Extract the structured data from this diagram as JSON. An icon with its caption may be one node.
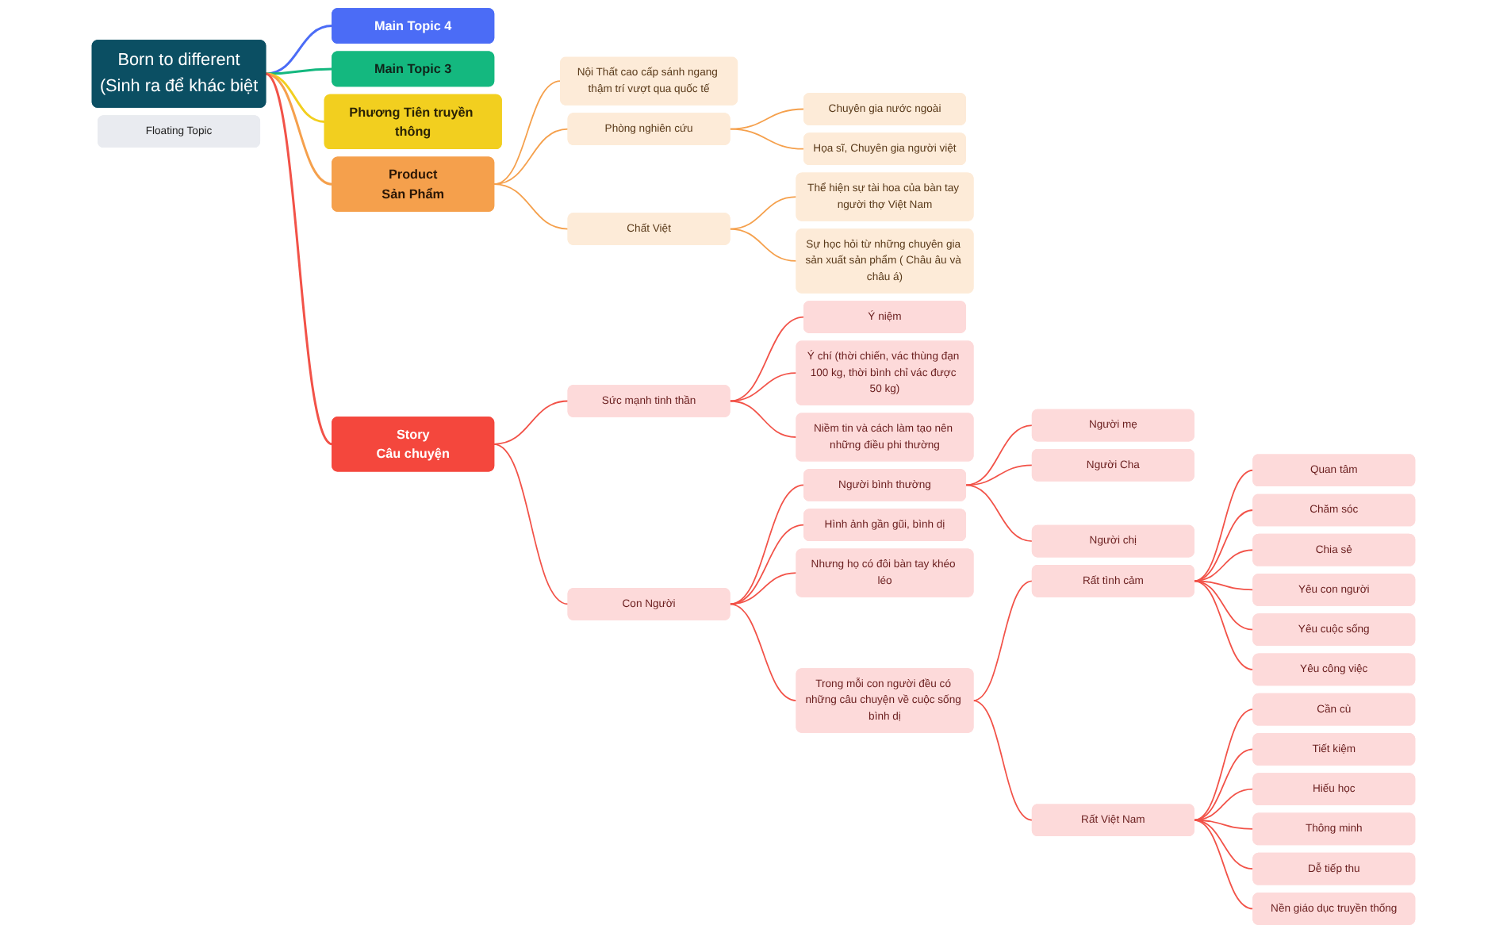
{
  "diagram": {
    "nodes": [
      {
        "text": [
          "Born to different",
          "(Sinh ra để khác biệt"
        ]
      },
      {
        "text": [
          "Main Topic 4"
        ]
      },
      {
        "text": [
          "Main Topic 3"
        ]
      },
      {
        "text": [
          "Phương Tiên truyền thông"
        ]
      },
      {
        "text": [
          "Product",
          "Sản Phẩm"
        ]
      },
      {
        "text": [
          "Nội Thất cao cấp sánh ngang thậm trí vượt qua quốc tế"
        ]
      },
      {
        "text": [
          "Phòng nghiên cứu"
        ]
      },
      {
        "text": [
          "Chuyên gia nước ngoài"
        ]
      },
      {
        "text": [
          "Họa sĩ, Chuyên gia người việt"
        ]
      },
      {
        "text": [
          "Chất Việt"
        ]
      },
      {
        "text": [
          "Thể hiện sự tài hoa của bàn tay người thợ Việt Nam"
        ]
      },
      {
        "text": [
          "Sự học hỏi từ những chuyên gia sản xuất sản phẩm ( Châu âu và châu á)"
        ]
      },
      {
        "text": [
          "Floating Topic"
        ]
      },
      {
        "text": [
          "Story",
          "Câu chuyện"
        ]
      },
      {
        "text": [
          "Sức mạnh tinh thần"
        ]
      },
      {
        "text": [
          "Ý niệm"
        ]
      },
      {
        "text": [
          "Ý chí (thời chiến, vác thùng đạn 100 kg, thời bình chỉ vác được 50 kg)"
        ]
      },
      {
        "text": [
          "Niềm tin và cách làm tạo nên những điều phi thường"
        ]
      },
      {
        "text": [
          "Con Người"
        ]
      },
      {
        "text": [
          "Người bình thường"
        ]
      },
      {
        "text": [
          "Người mẹ"
        ]
      },
      {
        "text": [
          "Người Cha"
        ]
      },
      {
        "text": [
          "Người chị"
        ]
      },
      {
        "text": [
          "Hình ảnh gần gũi, bình dị"
        ]
      },
      {
        "text": [
          "Nhưng họ có đôi bàn tay khéo léo"
        ]
      },
      {
        "text": [
          "Trong mỗi con người đều có những câu chuyện về cuộc sống bình dị"
        ]
      },
      {
        "text": [
          "Rất tình cảm"
        ]
      },
      {
        "text": [
          "Quan tâm"
        ]
      },
      {
        "text": [
          "Chăm sóc"
        ]
      },
      {
        "text": [
          "Chia sẻ"
        ]
      },
      {
        "text": [
          "Yêu con người"
        ]
      },
      {
        "text": [
          "Yêu cuộc sống"
        ]
      },
      {
        "text": [
          "Yêu công việc"
        ]
      },
      {
        "text": [
          "Rất Việt Nam"
        ]
      },
      {
        "text": [
          "Cần cù"
        ]
      },
      {
        "text": [
          "Tiết kiệm"
        ]
      },
      {
        "text": [
          "Hiếu học"
        ]
      },
      {
        "text": [
          "Thông minh"
        ]
      },
      {
        "text": [
          "Dễ tiếp thu"
        ]
      },
      {
        "text": [
          "Nền giáo dục truyền thống"
        ]
      }
    ],
    "edges": [
      {
        "from": 0,
        "to": 1,
        "arrow": "none",
        "color": "#4b6cf6"
      },
      {
        "from": 0,
        "to": 2,
        "arrow": "none",
        "color": "#14b87f"
      },
      {
        "from": 0,
        "to": 3,
        "arrow": "none",
        "color": "#f2cf1f"
      },
      {
        "from": 0,
        "to": 4,
        "arrow": "none",
        "color": "#f5a04c"
      },
      {
        "from": 4,
        "to": 5,
        "arrow": "none",
        "color": "#f5a04c"
      },
      {
        "from": 4,
        "to": 6,
        "arrow": "none",
        "color": "#f5a04c"
      },
      {
        "from": 6,
        "to": 7,
        "arrow": "none",
        "color": "#f5a04c"
      },
      {
        "from": 6,
        "to": 8,
        "arrow": "none",
        "color": "#f5a04c"
      },
      {
        "from": 4,
        "to": 9,
        "arrow": "none",
        "color": "#f5a04c"
      },
      {
        "from": 9,
        "to": 10,
        "arrow": "none",
        "color": "#f5a04c"
      },
      {
        "from": 9,
        "to": 11,
        "arrow": "none",
        "color": "#f5a04c"
      },
      {
        "from": 0,
        "to": 13,
        "arrow": "none"
      },
      {
        "from": 13,
        "to": 14,
        "arrow": "none"
      },
      {
        "from": 14,
        "to": 15,
        "arrow": "none"
      },
      {
        "from": 14,
        "to": 16,
        "arrow": "none"
      },
      {
        "from": 14,
        "to": 17,
        "arrow": "none"
      },
      {
        "from": 13,
        "to": 18,
        "arrow": "none"
      },
      {
        "from": 18,
        "to": 19,
        "arrow": "none"
      },
      {
        "from": 19,
        "to": 20,
        "arrow": "none"
      },
      {
        "from": 19,
        "to": 21,
        "arrow": "none"
      },
      {
        "from": 19,
        "to": 22,
        "arrow": "none"
      },
      {
        "from": 18,
        "to": 23,
        "arrow": "none"
      },
      {
        "from": 18,
        "to": 24,
        "arrow": "none"
      },
      {
        "from": 18,
        "to": 25,
        "arrow": "none"
      },
      {
        "from": 25,
        "to": 26,
        "arrow": "none"
      },
      {
        "from": 26,
        "to": 27,
        "arrow": "none"
      },
      {
        "from": 26,
        "to": 28,
        "arrow": "none"
      },
      {
        "from": 26,
        "to": 29,
        "arrow": "none"
      },
      {
        "from": 26,
        "to": 30,
        "arrow": "none"
      },
      {
        "from": 26,
        "to": 31,
        "arrow": "none"
      },
      {
        "from": 26,
        "to": 32,
        "arrow": "none"
      },
      {
        "from": 25,
        "to": 33,
        "arrow": "none"
      },
      {
        "from": 33,
        "to": 34,
        "arrow": "none"
      },
      {
        "from": 33,
        "to": 35,
        "arrow": "none"
      },
      {
        "from": 33,
        "to": 36,
        "arrow": "none"
      },
      {
        "from": 33,
        "to": 37,
        "arrow": "none"
      },
      {
        "from": 33,
        "to": 38,
        "arrow": "none"
      },
      {
        "from": 33,
        "to": 39,
        "arrow": "none"
      }
    ]
  }
}
